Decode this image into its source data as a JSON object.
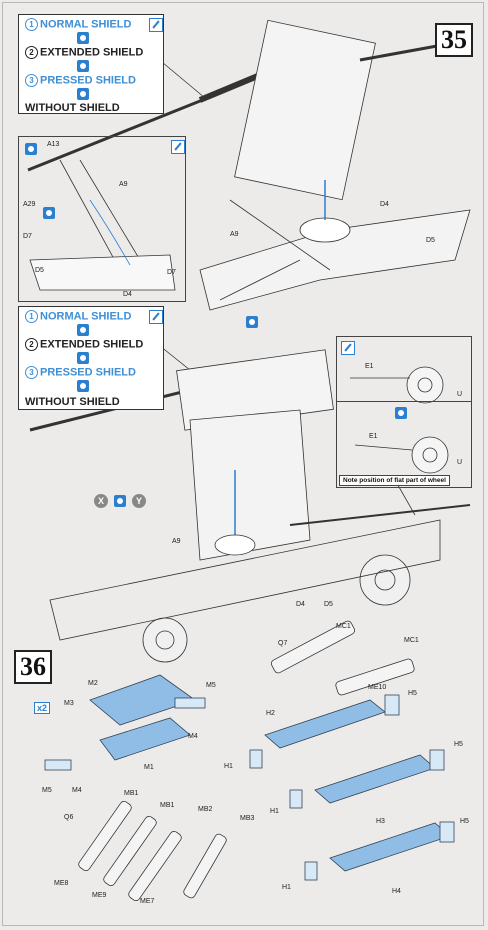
{
  "steps": {
    "step35": "35",
    "step36": "36"
  },
  "legend_top": {
    "items": [
      {
        "num": "1",
        "label": "NORMAL SHIELD"
      },
      {
        "num": "2",
        "label": "EXTENDED SHIELD"
      },
      {
        "num": "3",
        "label": "PRESSED SHIELD"
      }
    ],
    "without": "WITHOUT SHIELD"
  },
  "legend_mid": {
    "items": [
      {
        "num": "1",
        "label": "NORMAL SHIELD"
      },
      {
        "num": "2",
        "label": "EXTENDED SHIELD"
      },
      {
        "num": "3",
        "label": "PRESSED SHIELD"
      }
    ],
    "without": "WITHOUT SHIELD"
  },
  "detail_labels": {
    "a13": "A13",
    "a9_detail": "A9",
    "a29": "A29",
    "d7_left": "D7",
    "d5_detail": "D5",
    "d4_detail": "D4",
    "d7_right": "D7"
  },
  "main_labels": {
    "d4_top": "D4",
    "a9_top": "A9",
    "d5_top": "D5",
    "e1_a": "E1",
    "u_a": "U",
    "e1_b": "E1",
    "u_b": "U",
    "a9_low": "A9",
    "d4_low": "D4",
    "d5_low": "D5",
    "x": "X",
    "y": "Y"
  },
  "wheel_note": "Note position of flat part of wheel",
  "parts_36": {
    "x2": "x2",
    "m3": "M3",
    "m2": "M2",
    "m5_a": "M5",
    "m4_a": "M4",
    "m1": "M1",
    "m5_b": "M5",
    "m4_b": "M4",
    "q7": "Q7",
    "mc1_a": "MC1",
    "mc1_b": "MC1",
    "me10": "ME10",
    "h5_a": "H5",
    "h2": "H2",
    "h1_a": "H1",
    "h5_b": "H5",
    "h1_b": "H1",
    "h3": "H3",
    "h5_c": "H5",
    "h1_c": "H1",
    "h4": "H4",
    "mb1_a": "MB1",
    "mb1_b": "MB1",
    "mb2": "MB2",
    "q6": "Q6",
    "mb3": "MB3",
    "me8": "ME8",
    "me9": "ME9",
    "me7": "ME7"
  }
}
